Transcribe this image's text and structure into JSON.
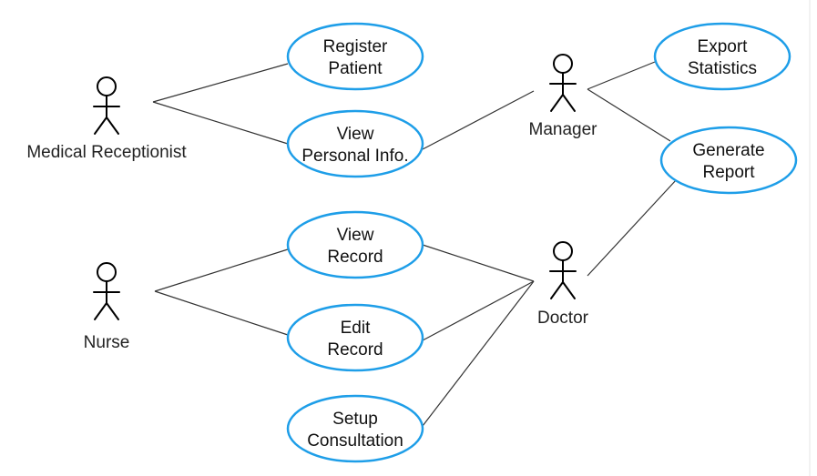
{
  "diagram": {
    "type": "uml-use-case",
    "accent_color": "#1e9ee8",
    "line_color": "#333333",
    "actors": [
      {
        "id": "receptionist",
        "label": "Medical Receptionist"
      },
      {
        "id": "manager",
        "label": "Manager"
      },
      {
        "id": "nurse",
        "label": "Nurse"
      },
      {
        "id": "doctor",
        "label": "Doctor"
      }
    ],
    "use_cases": [
      {
        "id": "register_patient",
        "lines": [
          "Register",
          "Patient"
        ]
      },
      {
        "id": "view_personal_info",
        "lines": [
          "View",
          "Personal Info."
        ]
      },
      {
        "id": "export_statistics",
        "lines": [
          "Export",
          "Statistics"
        ]
      },
      {
        "id": "generate_report",
        "lines": [
          "Generate",
          "Report"
        ]
      },
      {
        "id": "view_record",
        "lines": [
          "View",
          "Record"
        ]
      },
      {
        "id": "edit_record",
        "lines": [
          "Edit",
          "Record"
        ]
      },
      {
        "id": "setup_consultation",
        "lines": [
          "Setup",
          "Consultation"
        ]
      }
    ],
    "associations": [
      {
        "from": "receptionist",
        "to": "register_patient"
      },
      {
        "from": "receptionist",
        "to": "view_personal_info"
      },
      {
        "from": "manager",
        "to": "view_personal_info"
      },
      {
        "from": "manager",
        "to": "export_statistics"
      },
      {
        "from": "manager",
        "to": "generate_report"
      },
      {
        "from": "doctor",
        "to": "generate_report"
      },
      {
        "from": "nurse",
        "to": "view_record"
      },
      {
        "from": "nurse",
        "to": "edit_record"
      },
      {
        "from": "doctor",
        "to": "view_record"
      },
      {
        "from": "doctor",
        "to": "edit_record"
      },
      {
        "from": "doctor",
        "to": "setup_consultation"
      }
    ]
  }
}
